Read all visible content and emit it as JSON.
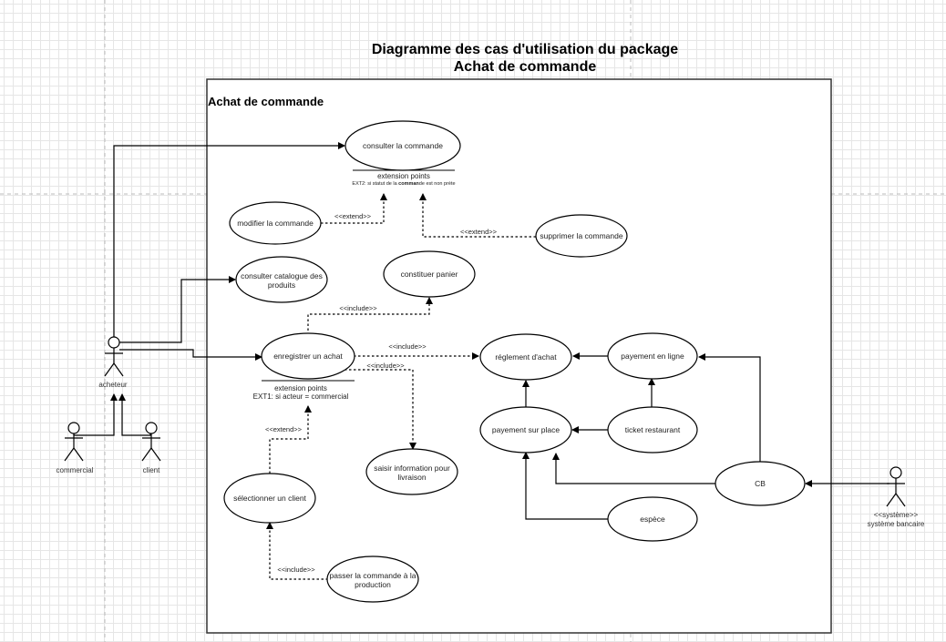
{
  "title": {
    "line1": "Diagramme des cas d'utilisation du package",
    "line2": "Achat de commande"
  },
  "package": {
    "name": "Achat de commande"
  },
  "use_cases": {
    "consulter": "consulter la commande",
    "modifier": "modifier la commande",
    "supprimer": "supprimer la commande",
    "catalogue_line1": "consulter catalogue des",
    "catalogue_line2": "produits",
    "panier": "constituer panier",
    "enregistrer": "enregistrer un achat",
    "reglement": "réglement d'achat",
    "payement_ligne": "payement en ligne",
    "payement_place": "payement sur place",
    "ticket": "ticket restaurant",
    "saisir_line1": "saisir information pour",
    "saisir_line2": "livraison",
    "selectionner": "sélectionner un client",
    "passer_line1": "passer la commande à la",
    "passer_line2": "production",
    "cb": "CB",
    "espece": "espèce"
  },
  "extension_points": {
    "consulter_heading": "extension points",
    "consulter_ext2_prefix": "EXT2: si statut de la ",
    "consulter_ext2_bold": "comman",
    "consulter_ext2_suffix": "de est non prète",
    "enregistrer_heading": "extension points",
    "enregistrer_ext1": "EXT1: si acteur = commercial"
  },
  "stereotypes": {
    "extend_modifier": "<<extend>>",
    "extend_supprimer": "<<extend>>",
    "include_panier": "<<include>>",
    "include_reglement": "<<include>>",
    "include_saisir": "<<include>>",
    "extend_selectionner": "<<extend>>",
    "include_passer": "<<include>>"
  },
  "actors": {
    "acheteur": "acheteur",
    "commercial": "commercial",
    "client": "client",
    "systeme_stereotype": "<<système>>",
    "systeme_name": "système bancaire"
  }
}
